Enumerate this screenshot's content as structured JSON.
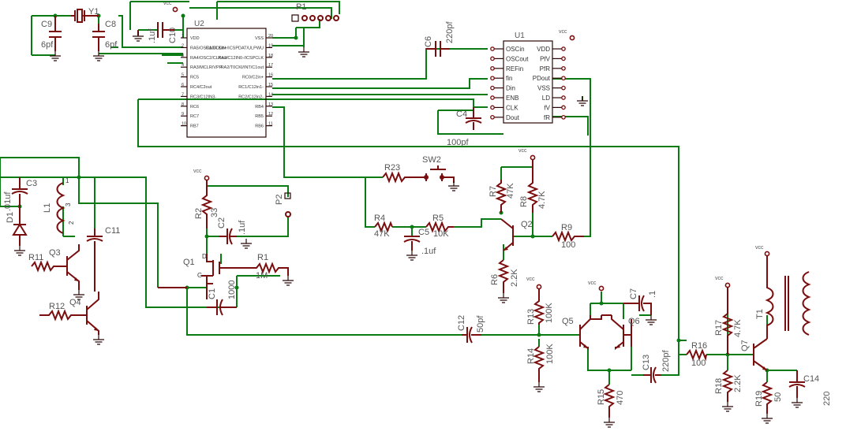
{
  "power_label": "vcc",
  "u2": {
    "ref": "U2",
    "left_pins": [
      {
        "num": "1",
        "name": "VDD"
      },
      {
        "num": "2",
        "name": "RA5/OSC1/CLKIN"
      },
      {
        "num": "3",
        "name": "RA4/OSC2/CLKout"
      },
      {
        "num": "4",
        "name": "RA3/MCLR/VPP"
      },
      {
        "num": "5",
        "name": "RC5"
      },
      {
        "num": "6",
        "name": "RC4/C2out"
      },
      {
        "num": "7",
        "name": "RC3/C12IN3-"
      },
      {
        "num": "8",
        "name": "RC6"
      },
      {
        "num": "9",
        "name": "RC7"
      },
      {
        "num": "10",
        "name": "RB7"
      }
    ],
    "right_pins": [
      {
        "num": "20",
        "name": "VSS"
      },
      {
        "num": "19",
        "name": "RA0/C1in+/ICSPDAT/ULPWU"
      },
      {
        "num": "18",
        "name": "RA1/C12IN0-/ICSPCLK"
      },
      {
        "num": "17",
        "name": "RA2/T0CKI/INT/C1out"
      },
      {
        "num": "16",
        "name": "RC0/C2in+"
      },
      {
        "num": "15",
        "name": "RC1/C12in1-"
      },
      {
        "num": "14",
        "name": "RC2/C12in2-"
      },
      {
        "num": "13",
        "name": "RB4"
      },
      {
        "num": "12",
        "name": "RB5"
      },
      {
        "num": "11",
        "name": "RB6"
      }
    ]
  },
  "u1": {
    "ref": "U1",
    "left_pins": [
      "OSCin",
      "OSCout",
      "REFin",
      "fin",
      "Din",
      "ENB",
      "CLK",
      "Dout"
    ],
    "right_pins": [
      "VDD",
      "PfV",
      "PfR",
      "PDout",
      "VSS",
      "LD",
      "fV",
      "fR"
    ]
  },
  "p1": {
    "ref": "P1"
  },
  "p2": {
    "ref": "P2"
  },
  "sw2": {
    "ref": "SW2"
  },
  "t1": {
    "ref": "T1"
  },
  "l1": {
    "ref": "L1",
    "pins": [
      "1",
      "2",
      "3"
    ]
  },
  "components": {
    "c9": {
      "ref": "C9",
      "value": "6pf"
    },
    "y1": {
      "ref": "Y1"
    },
    "c8": {
      "ref": "C8",
      "value": "6pf"
    },
    "c10": {
      "ref": "C10",
      "value": ".1uf"
    },
    "c6": {
      "ref": "C6",
      "value": "220pf"
    },
    "c4": {
      "ref": "C4",
      "value": "100pf"
    },
    "c3": {
      "ref": "C3",
      "value": ".01uf"
    },
    "d1": {
      "ref": "D1"
    },
    "c11": {
      "ref": "C11"
    },
    "r11": {
      "ref": "R11"
    },
    "q3": {
      "ref": "Q3"
    },
    "r12": {
      "ref": "R12"
    },
    "q4": {
      "ref": "Q4"
    },
    "r2": {
      "ref": "R2",
      "value": "33"
    },
    "c2": {
      "ref": "C2",
      "value": ".1uf"
    },
    "q1": {
      "ref": "Q1",
      "gate": "G",
      "drain": "D"
    },
    "r1": {
      "ref": "R1",
      "value": "1M"
    },
    "c1": {
      "ref": "C1",
      "value": "1000"
    },
    "r23": {
      "ref": "R23"
    },
    "r4": {
      "ref": "R4",
      "value": "47K"
    },
    "c5": {
      "ref": "C5",
      "value": ".1uf"
    },
    "r5": {
      "ref": "R5",
      "value": "10K"
    },
    "r7": {
      "ref": "R7",
      "value": "47K"
    },
    "r8": {
      "ref": "R8",
      "value": "4.7K"
    },
    "q2": {
      "ref": "Q2"
    },
    "r9": {
      "ref": "R9",
      "value": "100"
    },
    "r6": {
      "ref": "R6",
      "value": "2.2K"
    },
    "c12": {
      "ref": "C12",
      "value": "50pf"
    },
    "r13": {
      "ref": "R13",
      "value": "100K"
    },
    "r14": {
      "ref": "R14",
      "value": "100K"
    },
    "q5": {
      "ref": "Q5"
    },
    "q6": {
      "ref": "Q6"
    },
    "c7": {
      "ref": "C7",
      "value": ".1"
    },
    "c13": {
      "ref": "C13",
      "value": "220pf"
    },
    "r15": {
      "ref": "R15",
      "value": "470"
    },
    "r16": {
      "ref": "R16",
      "value": "100"
    },
    "r17": {
      "ref": "R17",
      "value": "4.7K"
    },
    "q7": {
      "ref": "Q7"
    },
    "r18": {
      "ref": "R18",
      "value": "2.2K"
    },
    "r19": {
      "ref": "R19",
      "value": "50"
    },
    "c14": {
      "ref": "C14",
      "value": "220"
    }
  }
}
